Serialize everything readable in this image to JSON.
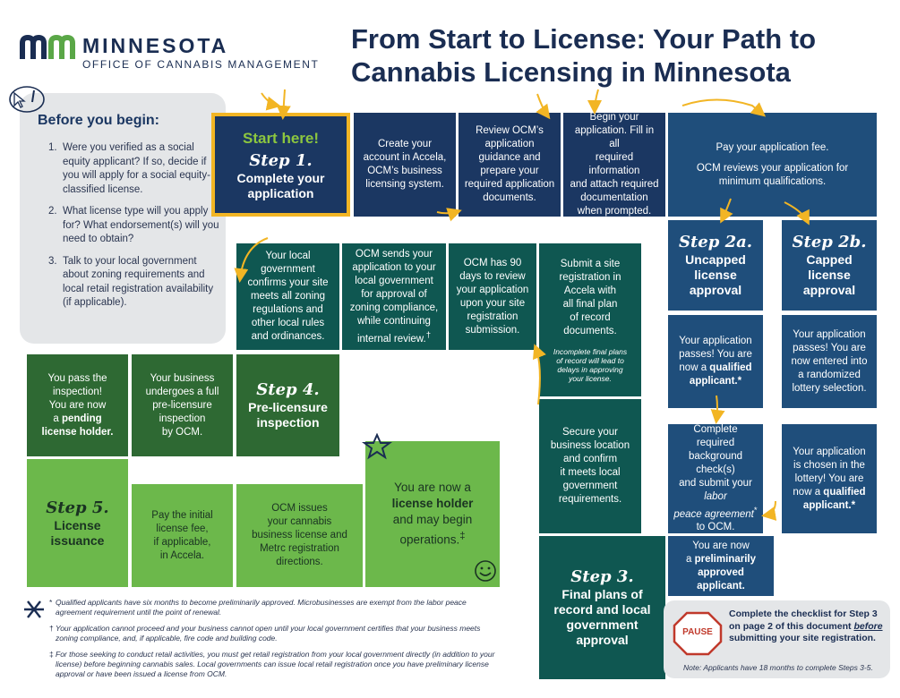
{
  "header": {
    "logo_name": "MINNESOTA",
    "logo_sub": "OFFICE OF CANNABIS MANAGEMENT",
    "title_line1": "From Start to License: Your Path to",
    "title_line2": "Cannabis Licensing in Minnesota"
  },
  "before": {
    "title": "Before you begin:",
    "items": [
      {
        "num": "1.",
        "text": "Were you verified as a social equity applicant? If so, decide if you will apply for a social equity-classified license."
      },
      {
        "num": "2.",
        "text": "What license type will you apply for? What endorsement(s) will you need to obtain?"
      },
      {
        "num": "3.",
        "text": "Talk to your local government about zoning requirements and local retail registration availability (if applicable)."
      }
    ]
  },
  "step1": {
    "start": "Start here!",
    "label": "Step 1.",
    "name_l1": "Complete your",
    "name_l2": "application"
  },
  "row1": {
    "b2": [
      "Create your",
      "account in Accela,",
      "OCM’s business",
      "licensing system."
    ],
    "b3": [
      "Review OCM’s",
      "application",
      "guidance and",
      "prepare your",
      "required application",
      "documents."
    ],
    "b4": [
      "Begin your",
      "application. Fill in all",
      "required information",
      "and attach required",
      "documentation",
      "when prompted."
    ],
    "b5_l1": "Pay your application fee.",
    "b5_l2": [
      "OCM reviews your application for",
      "minimum qualifications."
    ]
  },
  "step2a": {
    "label": "Step 2a.",
    "name": [
      "Uncapped",
      "license",
      "approval"
    ]
  },
  "step2b": {
    "label": "Step 2b.",
    "name": [
      "Capped",
      "license",
      "approval"
    ]
  },
  "col2a": {
    "passes_pre": [
      "Your application",
      "passes! You are",
      "now a "
    ],
    "passes_bold": "qualified",
    "passes_bold2": "applicant.*",
    "bg_l": [
      "Complete required",
      "background check(s)",
      "and submit your "
    ],
    "bg_it": "labor",
    "bg_it2": "peace agreement",
    "bg_sup": "*",
    "bg_l2": "to OCM.",
    "prelim_l1": "You are now",
    "prelim_pre": "a ",
    "prelim_b": "preliminarily",
    "prelim_b2": "approved applicant."
  },
  "col2b": {
    "passes": [
      "Your application",
      "passes! You are",
      "now entered into",
      "a randomized",
      "lottery selection."
    ],
    "chosen": [
      "Your application",
      "is chosen in the",
      "lottery! You are",
      "now a "
    ],
    "chosen_b": "qualified",
    "chosen_b2": "applicant.*"
  },
  "row2": {
    "local": [
      "Your local",
      "government",
      "confirms your site",
      "meets all zoning",
      "regulations and",
      "other local rules",
      "and ordinances."
    ],
    "sends": [
      "OCM sends your",
      "application to your",
      "local government",
      "for approval of",
      "zoning compliance,",
      "while continuing",
      "internal review."
    ],
    "sends_sup": "†",
    "ninety": [
      "OCM has 90",
      "days to review",
      "your application",
      "upon your site",
      "registration",
      "submission."
    ],
    "submit": [
      "Submit a site",
      "registration in",
      "Accela with",
      "all final plan",
      "of record",
      "documents."
    ],
    "submit_note": [
      "Incomplete final plans",
      "of record will lead to",
      "delays in approving",
      "your license."
    ]
  },
  "secure": [
    "Secure your",
    "business location",
    "and confirm",
    "it meets local",
    "government",
    "requirements."
  ],
  "step3": {
    "label": "Step 3.",
    "name": [
      "Final plans of",
      "record and local",
      "government",
      "approval"
    ]
  },
  "row3": {
    "pass_l": [
      "You pass the",
      "inspection!",
      "You are now",
      "a "
    ],
    "pass_b": "pending",
    "pass_b2": "license holder.",
    "undergo": [
      "Your business",
      "undergoes a full",
      "pre-licensure",
      "inspection",
      "by OCM."
    ],
    "step4_label": "Step 4.",
    "step4_name": [
      "Pre-licensure",
      "inspection"
    ]
  },
  "row4": {
    "step5_label": "Step 5.",
    "step5_name": [
      "License",
      "issuance"
    ],
    "pay": [
      "Pay the initial",
      "license fee,",
      "if applicable,",
      "in Accela."
    ],
    "issues": [
      "OCM issues",
      "your cannabis",
      "business license and",
      "Metrc registration",
      "directions."
    ],
    "holder_l1": "You are now a",
    "holder_b": "license holder",
    "holder_l3": "and may begin",
    "holder_l4": "operations.",
    "holder_sup": "‡"
  },
  "pause": {
    "badge": "PAUSE",
    "text_pre": "Complete the checklist for Step 3 on page 2 of this document ",
    "text_u": "before",
    "text_post": " submitting your site registration.",
    "note": "Note: Applicants have 18 months to complete Steps 3-5."
  },
  "footnotes": [
    {
      "mark": "*",
      "text": "Qualified applicants have six months to become preliminarily approved. Microbusinesses are exempt from the labor peace agreement requirement until the point of renewal."
    },
    {
      "mark": "†",
      "text": "Your application cannot proceed and your business cannot open until your local government certifies that your business meets zoning compliance, and, if applicable, fire code and building code."
    },
    {
      "mark": "‡",
      "text": "For those seeking to conduct retail activities, you must get retail registration from your local government directly (in addition to your license) before beginning cannabis sales. Local governments can issue local retail registration once you have preliminary license approval or have been issued a license from OCM."
    }
  ],
  "colors": {
    "navy": "#1b3762",
    "blue": "#1f4e7b",
    "teal": "#0f5751",
    "dark_green": "#2e6933",
    "light_green": "#6cb84b",
    "accent": "#f2b524",
    "start_green": "#8cc63f"
  }
}
